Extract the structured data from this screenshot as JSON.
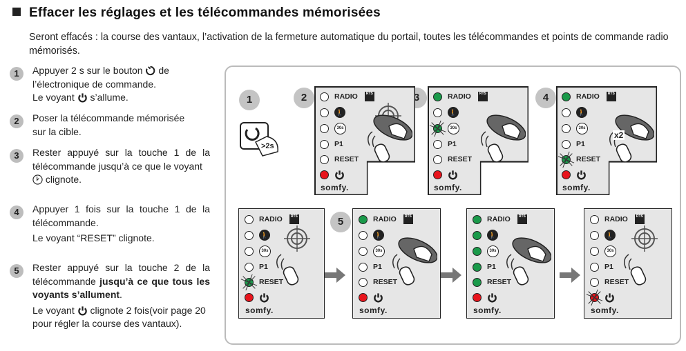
{
  "heading": "Effacer les réglages et les télécommandes mémorisées",
  "intro": "Seront effacés : la course des vantaux, l’activation de la fermeture automatique du portail, toutes les télécommandes et points de commande radio mémorisés.",
  "steps": [
    {
      "num": "1",
      "l1a": "Appuyer 2 s sur le bouton",
      "l1b": "de",
      "l2": "l’électronique de commande.",
      "l3a": "Le voyant",
      "l3b": "s’allume."
    },
    {
      "num": "2",
      "text": "Poser la télécommande mémorisée sur la cible."
    },
    {
      "num": "3",
      "text": "Rester appuyé sur la touche 1 de la télécommande jusqu’à ce que le voyant",
      "text2": "clignote."
    },
    {
      "num": "4",
      "text": "Appuyer 1 fois sur la touche 1 de la télécommande.",
      "text2": "Le voyant “RESET” clignote."
    },
    {
      "num": "5",
      "texta": "Rester appuyé sur la touche 2 de la télécommande ",
      "textb": "jusqu’à ce que tous les voyants s’allument",
      "textc": ".",
      "text2": "Le voyant",
      "text3": "clignote 2 fois(voir page 20 pour régler la course des vantaux)."
    }
  ],
  "figure": {
    "numbers": [
      "1",
      "2",
      "3",
      "4",
      "5"
    ],
    "press_label": ">2s",
    "x2_label": "x2",
    "labels": {
      "radio": "RADIO",
      "p1": "P1",
      "reset": "RESET",
      "logo": "somfy.",
      "rts": "RTS"
    },
    "panels": [
      {
        "id": "panel-2",
        "leds": [
          "off",
          "off",
          "off",
          "off",
          "off",
          "red"
        ]
      },
      {
        "id": "panel-3",
        "leds": [
          "green",
          "off",
          "green-blink",
          "off",
          "off",
          "red"
        ]
      },
      {
        "id": "panel-4",
        "leds": [
          "green",
          "off",
          "off",
          "off",
          "green-blink",
          "red"
        ]
      },
      {
        "id": "panel-4b",
        "leds": [
          "off",
          "off",
          "off",
          "off",
          "green-blink",
          "red"
        ]
      },
      {
        "id": "panel-5",
        "leds": [
          "green",
          "off",
          "off",
          "off",
          "off",
          "red"
        ]
      },
      {
        "id": "panel-5b",
        "leds": [
          "green",
          "green",
          "green",
          "green",
          "green",
          "red"
        ]
      },
      {
        "id": "panel-5c",
        "leds": [
          "off",
          "off",
          "off",
          "off",
          "off",
          "red-blink"
        ]
      }
    ]
  }
}
